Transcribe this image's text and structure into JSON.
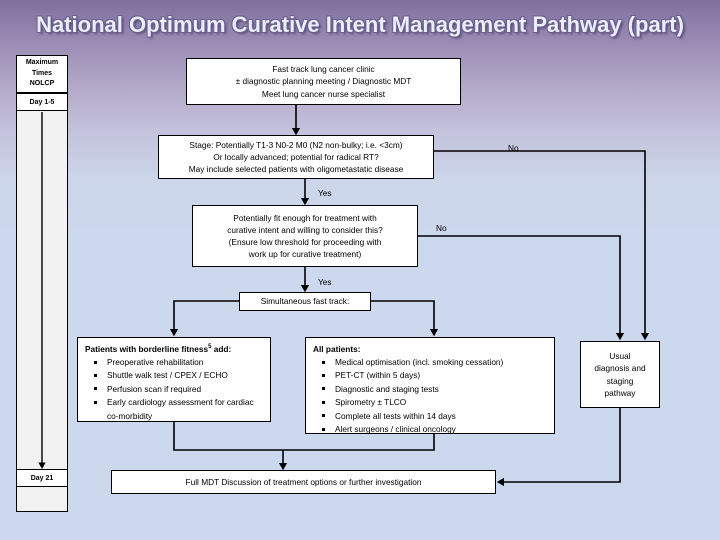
{
  "page": {
    "title": "National Optimum Curative Intent Management Pathway (part)",
    "bg_top_color": "#7e6f9e",
    "bg_bottom_color": "#ccd8ee",
    "box_fill": "#ffffff",
    "line_color": "#000000",
    "title_color": "#e9eef8"
  },
  "timeline": {
    "header": "Maximum Times NOLCP",
    "header_lines": [
      "Maximum",
      "Times",
      "NOLCP"
    ],
    "markers": [
      {
        "label": "Day 1-5"
      },
      {
        "label": "Day 21"
      }
    ]
  },
  "nodes": {
    "clinic": {
      "name": "fast-track-clinic",
      "lines": [
        "Fast track lung cancer clinic",
        "± diagnostic planning meeting / Diagnostic MDT",
        "Meet lung cancer nurse specialist"
      ]
    },
    "stage_decision": {
      "name": "stage-decision",
      "lines": [
        "Stage: Potentially T1-3 N0-2 M0  (N2 non-bulky; i.e. <3cm)",
        "Or locally advanced; potential for radical RT?",
        "May include selected patients with oligometastatic disease"
      ]
    },
    "fitness_decision": {
      "name": "fitness-decision",
      "lines": [
        "Potentially fit enough for treatment with",
        "curative intent and willing to consider this?",
        "(Ensure low threshold for proceeding with",
        "work up for curative treatment)"
      ]
    },
    "simultaneous": {
      "name": "simultaneous-fast-track",
      "label": "Simultaneous fast track:"
    },
    "borderline": {
      "name": "borderline-fitness-actions",
      "heading": "Patients with borderline fitness",
      "heading_sup": "5",
      "heading_suffix": " add:",
      "items": [
        "Preoperative rehabilitation",
        "Shuttle walk test / CPEX / ECHO",
        "Perfusion scan if required",
        "Early cardiology assessment for cardiac co-morbidity"
      ]
    },
    "all_patients": {
      "name": "all-patients-actions",
      "heading": "All patients:",
      "items": [
        "Medical optimisation (incl. smoking cessation)",
        "PET-CT (within 5 days)",
        "Diagnostic and staging tests",
        "Spirometry ± TLCO",
        "Complete all tests within 14 days",
        "Alert surgeons / clinical oncology"
      ]
    },
    "usual_pathway": {
      "name": "usual-diagnosis-staging-pathway",
      "lines": [
        "Usual",
        "diagnosis and",
        "staging",
        "pathway"
      ]
    },
    "full_mdt": {
      "name": "full-mdt-discussion",
      "label": "Full MDT Discussion of treatment options or further investigation"
    }
  },
  "edge_labels": {
    "stage_no": "No",
    "stage_yes": "Yes",
    "fitness_no": "No",
    "fitness_yes": "Yes"
  }
}
